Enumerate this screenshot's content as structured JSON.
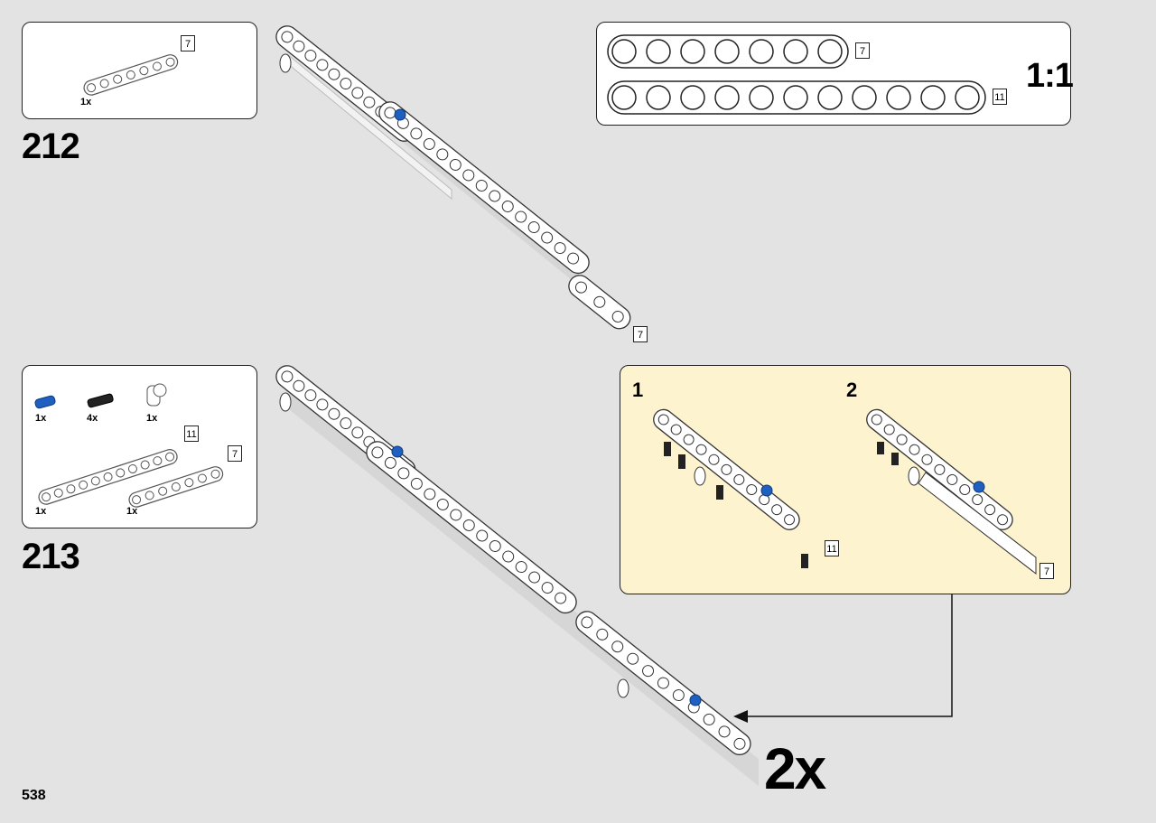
{
  "page": {
    "number": "538"
  },
  "colors": {
    "background": "#e3e3e3",
    "callout_bg": "#fdf3cf",
    "beam": "#ffffff",
    "pin_blue": "#1f5fbf",
    "pin_black": "#222222"
  },
  "step212": {
    "number": "212",
    "parts": [
      {
        "qty": "1x",
        "part": "beam-7-icon",
        "length": "7"
      }
    ],
    "length_label": "7"
  },
  "scale_panel": {
    "label": "1:1",
    "beams": [
      {
        "holes": 7,
        "length": "7"
      },
      {
        "holes": 11,
        "length": "11"
      }
    ]
  },
  "step213": {
    "number": "213",
    "parts": [
      {
        "qty": "1x",
        "part": "blue-pin-icon"
      },
      {
        "qty": "4x",
        "part": "black-pin-icon"
      },
      {
        "qty": "1x",
        "part": "pin-connector-icon"
      },
      {
        "qty": "1x",
        "part": "beam-11-icon",
        "length": "11"
      },
      {
        "qty": "1x",
        "part": "beam-7-icon",
        "length": "7"
      }
    ],
    "multiplier": "2x"
  },
  "callout": {
    "substeps": [
      {
        "number": "1",
        "length": "11"
      },
      {
        "number": "2",
        "length": "7"
      }
    ]
  }
}
